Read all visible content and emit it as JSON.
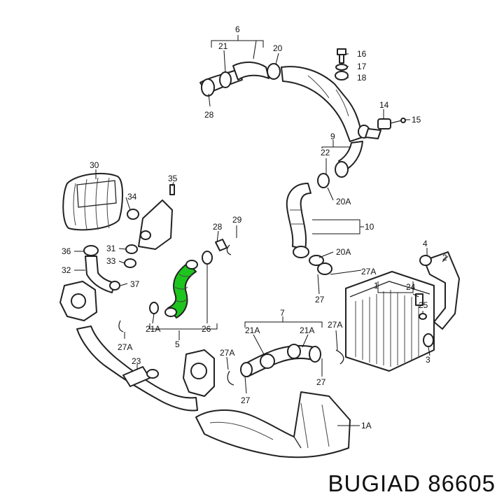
{
  "caption": "BUGIAD 86605",
  "colors": {
    "highlight": "#1ec51e",
    "line": "#222222"
  },
  "labels": {
    "p6": "6",
    "p21a": "21",
    "p20a": "20",
    "p16": "16",
    "p17": "17",
    "p18": "18",
    "p28a": "28",
    "p14": "14",
    "p15": "15",
    "p9": "9",
    "p22": "22",
    "p20A_a": "20A",
    "p10": "10",
    "p20A_b": "20A",
    "p27A_a": "27A",
    "p27a": "27",
    "p1": "1",
    "p4": "4",
    "p2": "2",
    "p24": "24",
    "p25": "25",
    "p3": "3",
    "p30": "30",
    "p35": "35",
    "p34": "34",
    "p31": "31",
    "p36": "36",
    "p33": "33",
    "p32": "32",
    "p37": "37",
    "p28b": "28",
    "p29": "29",
    "p21A_a": "21A",
    "p26": "26",
    "p5": "5",
    "p27A_b": "27A",
    "p23": "23",
    "p7": "7",
    "p21A_b": "21A",
    "p21A_c": "21A",
    "p27A_c": "27A",
    "p27A_d": "27A",
    "p27b": "27",
    "p27c": "27",
    "p1A": "1A"
  }
}
